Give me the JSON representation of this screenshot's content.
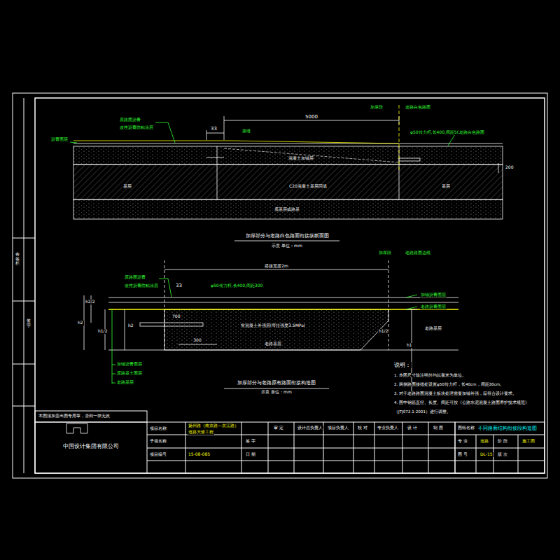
{
  "diagram": {
    "title": "不同路面结构衔接段构造图",
    "labels": [
      "原路面沥青",
      "改性沥青防粘涂层",
      "沥青面层",
      "33",
      "5000",
      "接缝",
      "加厚段",
      "老路白色路面",
      "φ50传力杆,长400,间距500",
      "老路白色路面",
      "混凝土加铺层",
      "基层",
      "C20混凝土基层回填",
      "基层",
      "底基层或路基",
      "200",
      "加厚部分与老路白色路面衔接纵断面图",
      "示意  单位：mm",
      "加厚段",
      "老路路面边线",
      "搭接宽度2m",
      "33",
      "原路面沥青",
      "改性沥青防粘涂层",
      "φ50传力杆,长400,间距300",
      "加铺沥青面层",
      "老路沥青面层",
      "700",
      "贫混凝土补强层(弯拉强度3.5MPa)",
      "300",
      "老路基层",
      "老路基层",
      "h1",
      "h1/2",
      "h2",
      "h2/2",
      "h1/2",
      "h2",
      "加铺沥青面层",
      "原路基土面层",
      "老路基层",
      "加厚部分与老路原有路面衔接构造图",
      "示意  单位：mm",
      "说明：",
      "1. 本图尺寸除注明外均以毫米为单位。",
      "2. 两侧路面接缝处设置φ50传力杆，长40cm，间距30cm。",
      "3. 对于老路路面混凝土板块处理需要加铺补强，应符合设计要求。",
      "4. 图中钢筋直径、长度、间距可按《公路水泥混凝土路面养护技术规范》",
      "（JTJ073.1-2001）进行调整。",
      "本图须加盖出图专用章，否则一律无效",
      "中国设计集团有限公司",
      "项目名称",
      "扬州路（南京路—京江路）",
      "道路大修工程",
      "子项名称",
      "项目编号",
      "15-08-085",
      "签 字",
      "日 期",
      "审 定",
      "设计总负责人",
      "项目负责人",
      "校 对",
      "专业负责人",
      "设 计",
      "制 图",
      "图纸名称",
      "专 业",
      "道路",
      "阶 段",
      "施工图",
      "图 号",
      "DL-15",
      "版 次",
      "会签栏",
      "签字"
    ]
  }
}
